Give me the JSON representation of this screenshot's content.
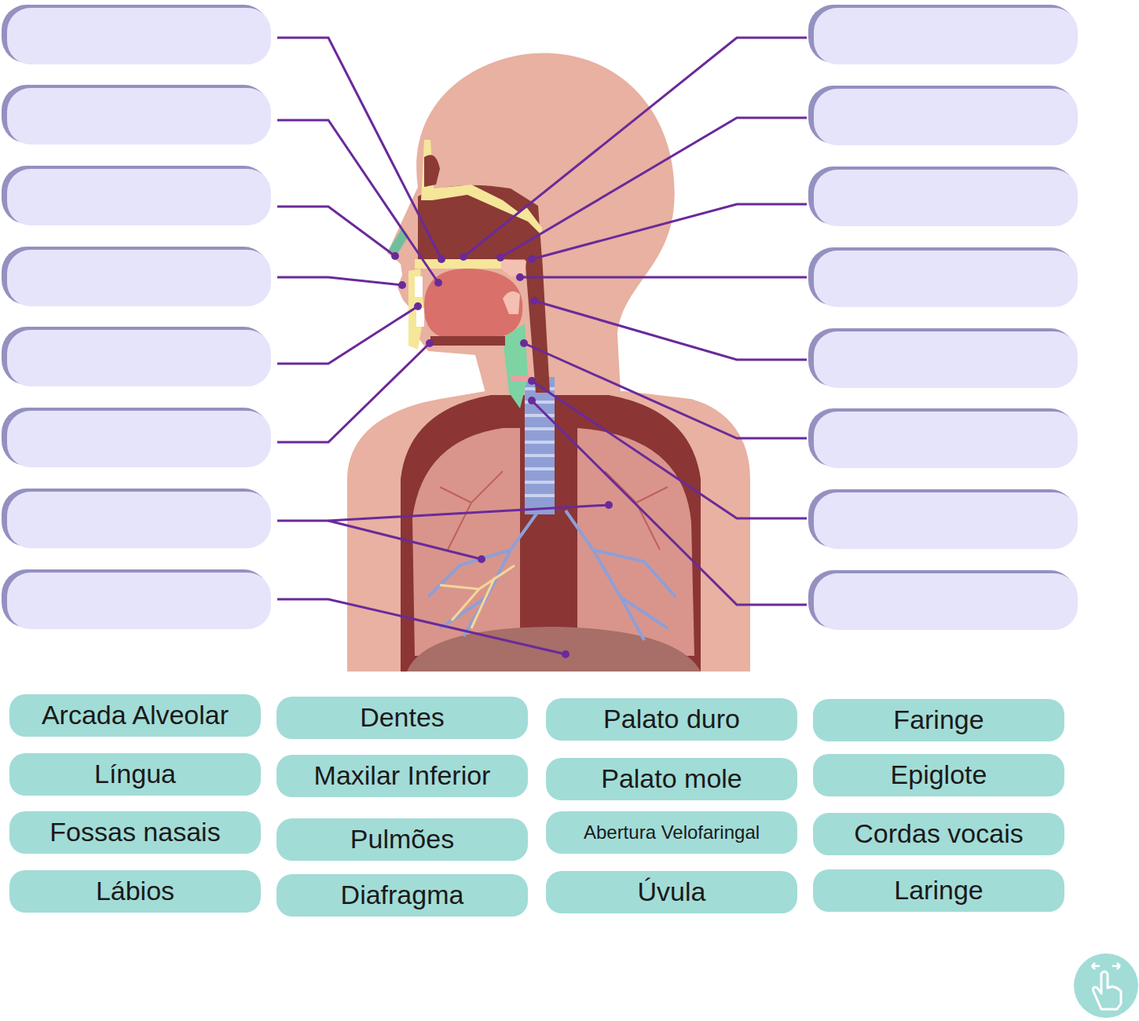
{
  "diagram": {
    "nodes": [
      {
        "text": [
          "Arcada Alveolar"
        ]
      },
      {
        "text": [
          "Dentes"
        ]
      },
      {
        "text": [
          "Palato duro"
        ]
      },
      {
        "text": [
          "Faringe"
        ]
      },
      {
        "text": [
          "Língua"
        ]
      },
      {
        "text": [
          "Maxilar Inferior"
        ]
      },
      {
        "text": [
          "Palato mole"
        ]
      },
      {
        "text": [
          "Epiglote"
        ]
      },
      {
        "text": [
          "Fossas nasais"
        ]
      },
      {
        "text": [
          "Pulmões"
        ]
      },
      {
        "text": [
          "Abertura Velofaringal"
        ]
      },
      {
        "text": [
          "Cordas vocais"
        ]
      },
      {
        "text": [
          "Lábios"
        ]
      },
      {
        "text": [
          "Diafragma"
        ]
      },
      {
        "text": [
          "Úvula"
        ]
      },
      {
        "text": [
          "Laringe"
        ]
      }
    ]
  }
}
